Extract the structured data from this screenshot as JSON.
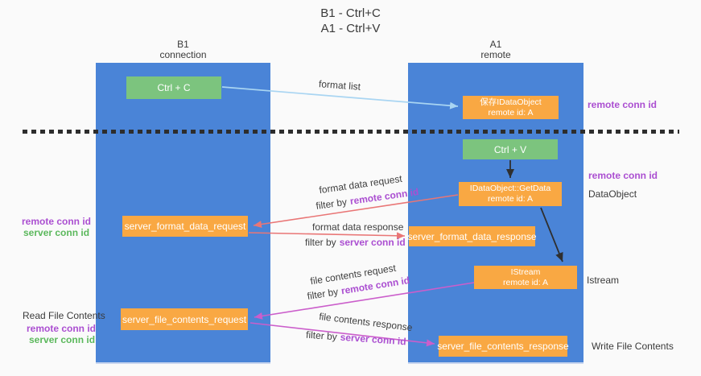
{
  "title": {
    "line1": "B1 - Ctrl+C",
    "line2": "A1 - Ctrl+V"
  },
  "columns": {
    "left": {
      "name": "B1",
      "role": "connection"
    },
    "right": {
      "name": "A1",
      "role": "remote"
    }
  },
  "boxes": {
    "ctrl_c": {
      "label": "Ctrl + C"
    },
    "ctrl_v": {
      "label": "Ctrl + V"
    },
    "store_dataobject": {
      "line1": "保存IDataObject",
      "line2": "remote id: A"
    },
    "getdata": {
      "line1": "IDataObject::GetData",
      "line2": "remote id: A"
    },
    "istream": {
      "line1": "IStream",
      "line2": "remote id: A"
    },
    "format_request": {
      "label": "server_format_data_request"
    },
    "format_response": {
      "label": "server_format_data_response"
    },
    "file_request": {
      "label": "server_file_contents_request"
    },
    "file_response": {
      "label": "server_file_contents_response"
    }
  },
  "messages": {
    "format_list": {
      "label": "format list"
    },
    "format_request": {
      "label": "format data request",
      "filter": "filter by",
      "key": "remote conn id"
    },
    "format_response": {
      "label": "format data response",
      "filter": "filter by",
      "key": "server conn id"
    },
    "file_request": {
      "label": "file contents request",
      "filter": "filter by",
      "key": "remote conn id"
    },
    "file_response": {
      "label": "file contents response",
      "filter": "filter by",
      "key": "server conn id"
    }
  },
  "side_labels": {
    "top_right_conn": "remote conn id",
    "mid_right_conn": "remote conn id",
    "dataobject": "DataObject",
    "istream": "Istream",
    "write_file": "Write File Contents",
    "read_file": "Read File Contents",
    "left_format_remote": "remote conn id",
    "left_format_server": "server conn id",
    "left_file_remote": "remote conn id",
    "left_file_server": "server conn id"
  },
  "colors": {
    "column_blue": "#4a84d7",
    "box_orange": "#f9a843",
    "box_green": "#7cc47e",
    "arrow_lightblue": "#a9d5f2",
    "arrow_black": "#2f2f2f",
    "arrow_red": "#e97676",
    "arrow_magenta": "#cb5ecb",
    "text_purple": "#ab4fd1",
    "text_green": "#5bb85c",
    "text_dark": "#3a3a3a",
    "background": "#fafafa"
  }
}
